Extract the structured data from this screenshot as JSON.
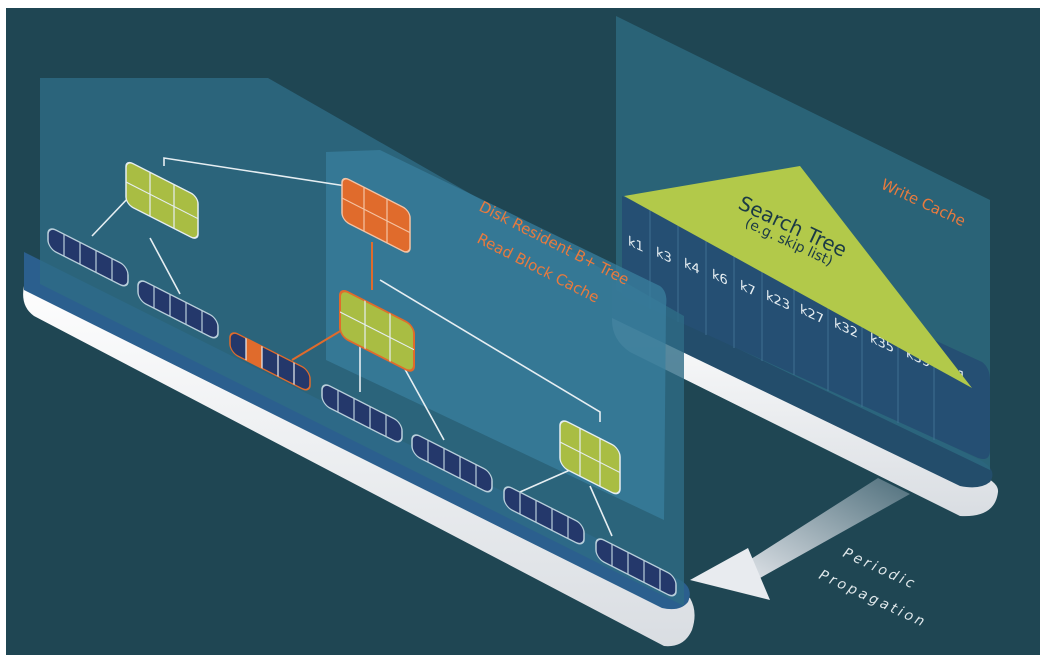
{
  "diagram": {
    "write_cache_label": "Write Cache",
    "search_tree_title": "Search Tree",
    "search_tree_subtitle": "(e.g. skip list)",
    "keys": [
      "k1",
      "k3",
      "k4",
      "k6",
      "k7",
      "k23",
      "k27",
      "k32",
      "k35",
      "k39",
      "k41"
    ],
    "btree_label": "Disk Resident B+ Tree",
    "read_cache_label": "Read Block Cache",
    "propagation_label_line1": "Periodic",
    "propagation_label_line2": "Propagation"
  },
  "colors": {
    "background": "#1f4653",
    "panel": "#2d6a82",
    "panel_tab": "#224a66",
    "node_green": "#a9bd43",
    "node_orange": "#e06b2c",
    "accent_text": "#e87a3e",
    "triangle": "#b2c94a"
  }
}
